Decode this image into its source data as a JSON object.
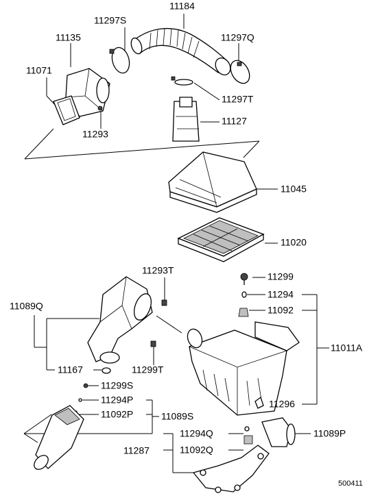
{
  "labels": {
    "p11184": "11184",
    "p11297S": "11297S",
    "p11135": "11135",
    "p11297Q": "11297Q",
    "p11071": "11071",
    "p11297T": "11297T",
    "p11127": "11127",
    "p11293a": "11293",
    "p11045": "11045",
    "p11020": "11020",
    "p11293T": "11293T",
    "p11299": "11299",
    "p11294": "11294",
    "p11089Q": "11089Q",
    "p11092": "11092",
    "p11011A": "11011A",
    "p11167": "11167",
    "p11299T": "11299T",
    "p11299S": "11299S",
    "p11294P": "11294P",
    "p11092P": "11092P",
    "p11089S": "11089S",
    "p11294Q": "11294Q",
    "p11089P": "11089P",
    "p11287": "11287",
    "p11092Q": "11092Q",
    "p11296": "11296"
  },
  "diagram_code": "500411"
}
